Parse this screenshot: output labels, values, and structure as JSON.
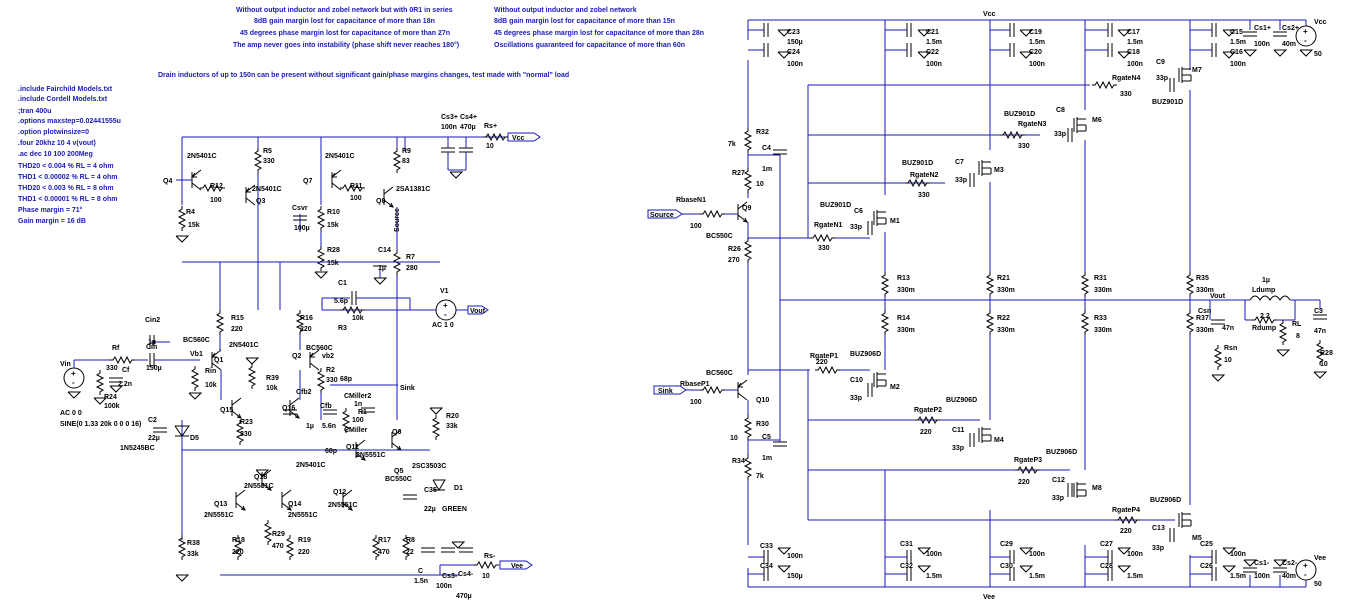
{
  "header_notes": {
    "left": [
      "Without output inductor and zobel network but with 0R1 in series",
      "8dB gain margin lost for capacitance of more than 18n",
      "45 degrees phase margin lost for capacitance of more than 27n",
      "The amp never goes into instability (phase shift never reaches 180°)"
    ],
    "right": [
      "Without output inductor and zobel network",
      "8dB gain margin lost for capacitance of more than 15n",
      "45 degrees phase margin lost for capacitance of more than 28n",
      "Oscillations guaranteed for capacitance of more than 60n"
    ],
    "drain_note": "Drain inductors of up to 150n can be present without significant gain/phase margins changes, test made with \"normal\" load"
  },
  "directives": [
    ".include Fairchild Models.txt",
    ".include Cordell Models.txt",
    ";tran 400u",
    ".options maxstep=0.02441555u",
    ".option plotwinsize=0",
    ".four 20khz 10 4 v(vout)",
    ".ac dec 10 100 200Meg",
    "THD20 < 0.004 % RL = 4 ohm",
    "THD1 < 0.00002 % RL = 4 ohm",
    "THD20 < 0.003 % RL = 8 ohm",
    "THD1 < 0.00001 % RL = 8 ohm",
    "Phase margin = 71°",
    "Gain margin = 16 dB"
  ],
  "labels": {
    "vin": "Vin",
    "ac00": "AC 0 0",
    "sine": "SINE(0 1.33 20k 0 0 0 16)",
    "rf": "Rf",
    "r330": "330",
    "cf": "Cf",
    "c2n2": "2.2n",
    "r24": "R24",
    "r100k": "100k",
    "cin2": "Cin2",
    "c1u": "1µ",
    "cin": "Cin",
    "c150u": "150µ",
    "vb1": "Vb1",
    "q1": "Q1",
    "rin": "Rin",
    "r10k": "10k",
    "bc560c": "BC560C",
    "r15": "R15",
    "r220": "220",
    "n2n5401": "2N5401C",
    "r16": "R16",
    "r220b": "220",
    "q2": "Q2",
    "vb2": "vb2",
    "bc560c2": "BC560C",
    "r2": "R2",
    "r330b": "330",
    "c68p": "68p",
    "v1": "V1",
    "ac10": "AC 1 0",
    "vout": "Vout",
    "c1": "C1",
    "c5p6": "5.6p",
    "r3": "R3",
    "r10kb": "10k",
    "cfb2": "Cfb2",
    "cfb": "Cfb",
    "c1ub": "1µ",
    "c5n6": "5.6n",
    "cmiller2": "CMiller2",
    "c1n": "1n",
    "r1": "R1",
    "r100": "100",
    "cmiller": "CMiller",
    "c68pb": "68p",
    "sink": "Sink",
    "r20": "R20",
    "r33k": "33k",
    "q6": "Q6",
    "q11": "Q11",
    "n5551": "2N5551C",
    "q5": "Q5",
    "bc550c": "BC550C",
    "n3503": "2SC3503C",
    "c35": "C35",
    "c22u": "22µ",
    "d1": "D1",
    "green": "GREEN",
    "r38": "R38",
    "r33kb": "33k",
    "c2": "C2",
    "c22ub": "22µ",
    "d5": "D5",
    "n1n5245": "1N5245BC",
    "q15": "Q15",
    "r23": "R23",
    "r330c": "330",
    "q16": "Q16",
    "r39": "R39",
    "r10kc": "10k",
    "q18": "Q18",
    "n5551b": "2N5551C",
    "n5401b": "2N5401C",
    "q13": "Q13",
    "n5551c": "2N5551C",
    "r18": "R18",
    "r220c": "220",
    "q14": "Q14",
    "n5551d": "2N5551C",
    "r29": "R29",
    "r470": "470",
    "r19": "R19",
    "r220d": "220",
    "q12": "Q12",
    "n5551e": "2N5551C",
    "r17": "R17",
    "r470b": "470",
    "r8": "R8",
    "r22": "22",
    "cc": "C",
    "c1n5": "1.5n",
    "cs3m": "Cs3-",
    "c100n": "100n",
    "cs4m": "Cs4-",
    "c470u": "470µ",
    "rsm": "Rs-",
    "r10": "10",
    "vee": "Vee",
    "cs3p": "Cs3+",
    "c100nb": "100n",
    "cs4p": "Cs4+",
    "c470ub": "470µ",
    "rsp": "Rs+",
    "r10b": "10",
    "vcc": "Vcc",
    "q4": "Q4",
    "n5401c": "2N5401C",
    "r5": "R5",
    "r330d": "330",
    "r12": "R12",
    "r100b": "100",
    "q3": "Q3",
    "n5401d": "2N5401C",
    "r4": "R4",
    "r15k": "15k",
    "q7": "Q7",
    "n5401e": "2N5401C",
    "r9": "R9",
    "r83": "83",
    "r11": "R11",
    "r100c": "100",
    "q8": "Q8",
    "n2sa1381": "2SA1381C",
    "csvr": "Csvr",
    "c100u": "100µ",
    "r10b2": "R10",
    "r15kb": "15k",
    "r28": "R28",
    "r15kc": "15k",
    "source": "Source",
    "c14": "C14",
    "c1uc": "1µ",
    "r7": "R7",
    "r280": "280"
  },
  "output_stage": {
    "vcc": "Vcc",
    "vee": "Vee",
    "c23": "C23",
    "c150u": "150µ",
    "c24": "C24",
    "c100n": "100n",
    "c21": "C21",
    "c1m5": "1.5m",
    "c22": "C22",
    "c100n2": "100n",
    "c19": "C19",
    "c1m5b": "1.5m",
    "c20": "C20",
    "c100n3": "100n",
    "c17": "C17",
    "c1m5c": "1.5m",
    "c18": "C18",
    "c100n4": "100n",
    "c15": "C15",
    "c1m5d": "1.5m",
    "c16": "C16",
    "c100n5": "100n",
    "cs1p": "Cs1+",
    "c100n6": "100n",
    "cs2p": "Cs2+",
    "c40m": "40m",
    "vcc2": "Vcc",
    "v50": "50",
    "r32": "R32",
    "r7k": "7k",
    "c4": "C4",
    "c1m": "1m",
    "r27": "R27",
    "r10": "10",
    "rbasen1": "RbaseN1",
    "r100": "100",
    "source": "Source",
    "q9": "Q9",
    "bc550c": "BC550C",
    "r26": "R26",
    "r270": "270",
    "c9": "C9",
    "c33p": "33p",
    "m7": "M7",
    "buz901d": "BUZ901D",
    "rgaten4": "RgateN4",
    "r330": "330",
    "c8": "C8",
    "m6": "M6",
    "buz901d2": "BUZ901D",
    "rgaten3": "RgateN3",
    "r330b": "330",
    "c7": "C7",
    "m3": "M3",
    "buz901d3": "BUZ901D",
    "rgaten2": "RgateN2",
    "r330c": "330",
    "c6": "C6",
    "m1": "M1",
    "buz901d4": "BUZ901D",
    "rgaten1": "RgateN1",
    "r330d": "330",
    "r13": "R13",
    "r330m": "330m",
    "r21": "R21",
    "r31": "R31",
    "r35": "R35",
    "r14": "R14",
    "r22": "R22",
    "r33": "R33",
    "r37": "R37",
    "vout": "Vout",
    "csn": "Csn",
    "c47n": "47n",
    "rsn": "Rsn",
    "r10b": "10",
    "l1u": "1µ",
    "ldump": "Ldump",
    "r2_2": "2.2",
    "rdump": "Rdump",
    "rl": "RL",
    "r8": "8",
    "c3": "C3",
    "r28": "R28",
    "bc560c": "BC560C",
    "rbasep1": "RbaseP1",
    "sink": "Sink",
    "q10": "Q10",
    "r30": "R30",
    "c5": "C5",
    "r34": "R34",
    "rgatep1": "RgateP1",
    "r220": "220",
    "buz906d": "BUZ906D",
    "c10": "C10",
    "m2": "M2",
    "rgatep2": "RgateP2",
    "c11": "C11",
    "m4": "M4",
    "rgatep3": "RgateP3",
    "c12": "C12",
    "m8": "M8",
    "rgatep4": "RgateP4",
    "c13": "C13",
    "m5": "M5",
    "c33": "C33",
    "c34": "C34",
    "c31": "C31",
    "c32": "C32",
    "c29": "C29",
    "c30": "C30",
    "c27": "C27",
    "c28": "C28",
    "c25": "C25",
    "c26": "C26",
    "cs1m": "Cs1-",
    "cs2m": "Cs2-"
  }
}
